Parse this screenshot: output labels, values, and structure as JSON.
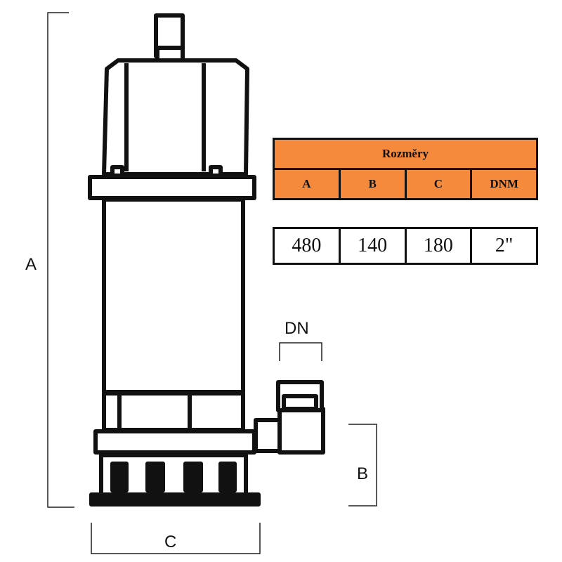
{
  "dimension_labels": {
    "a": "A",
    "b": "B",
    "c": "C",
    "dn": "DN"
  },
  "table": {
    "title": "Rozměry",
    "headers": [
      "A",
      "B",
      "C",
      "DNM"
    ],
    "values": [
      "480",
      "140",
      "180",
      "2\""
    ]
  },
  "colors": {
    "header_fill": "#f58a3c",
    "pump_fill": "#ffffff",
    "outline": "#111111"
  }
}
